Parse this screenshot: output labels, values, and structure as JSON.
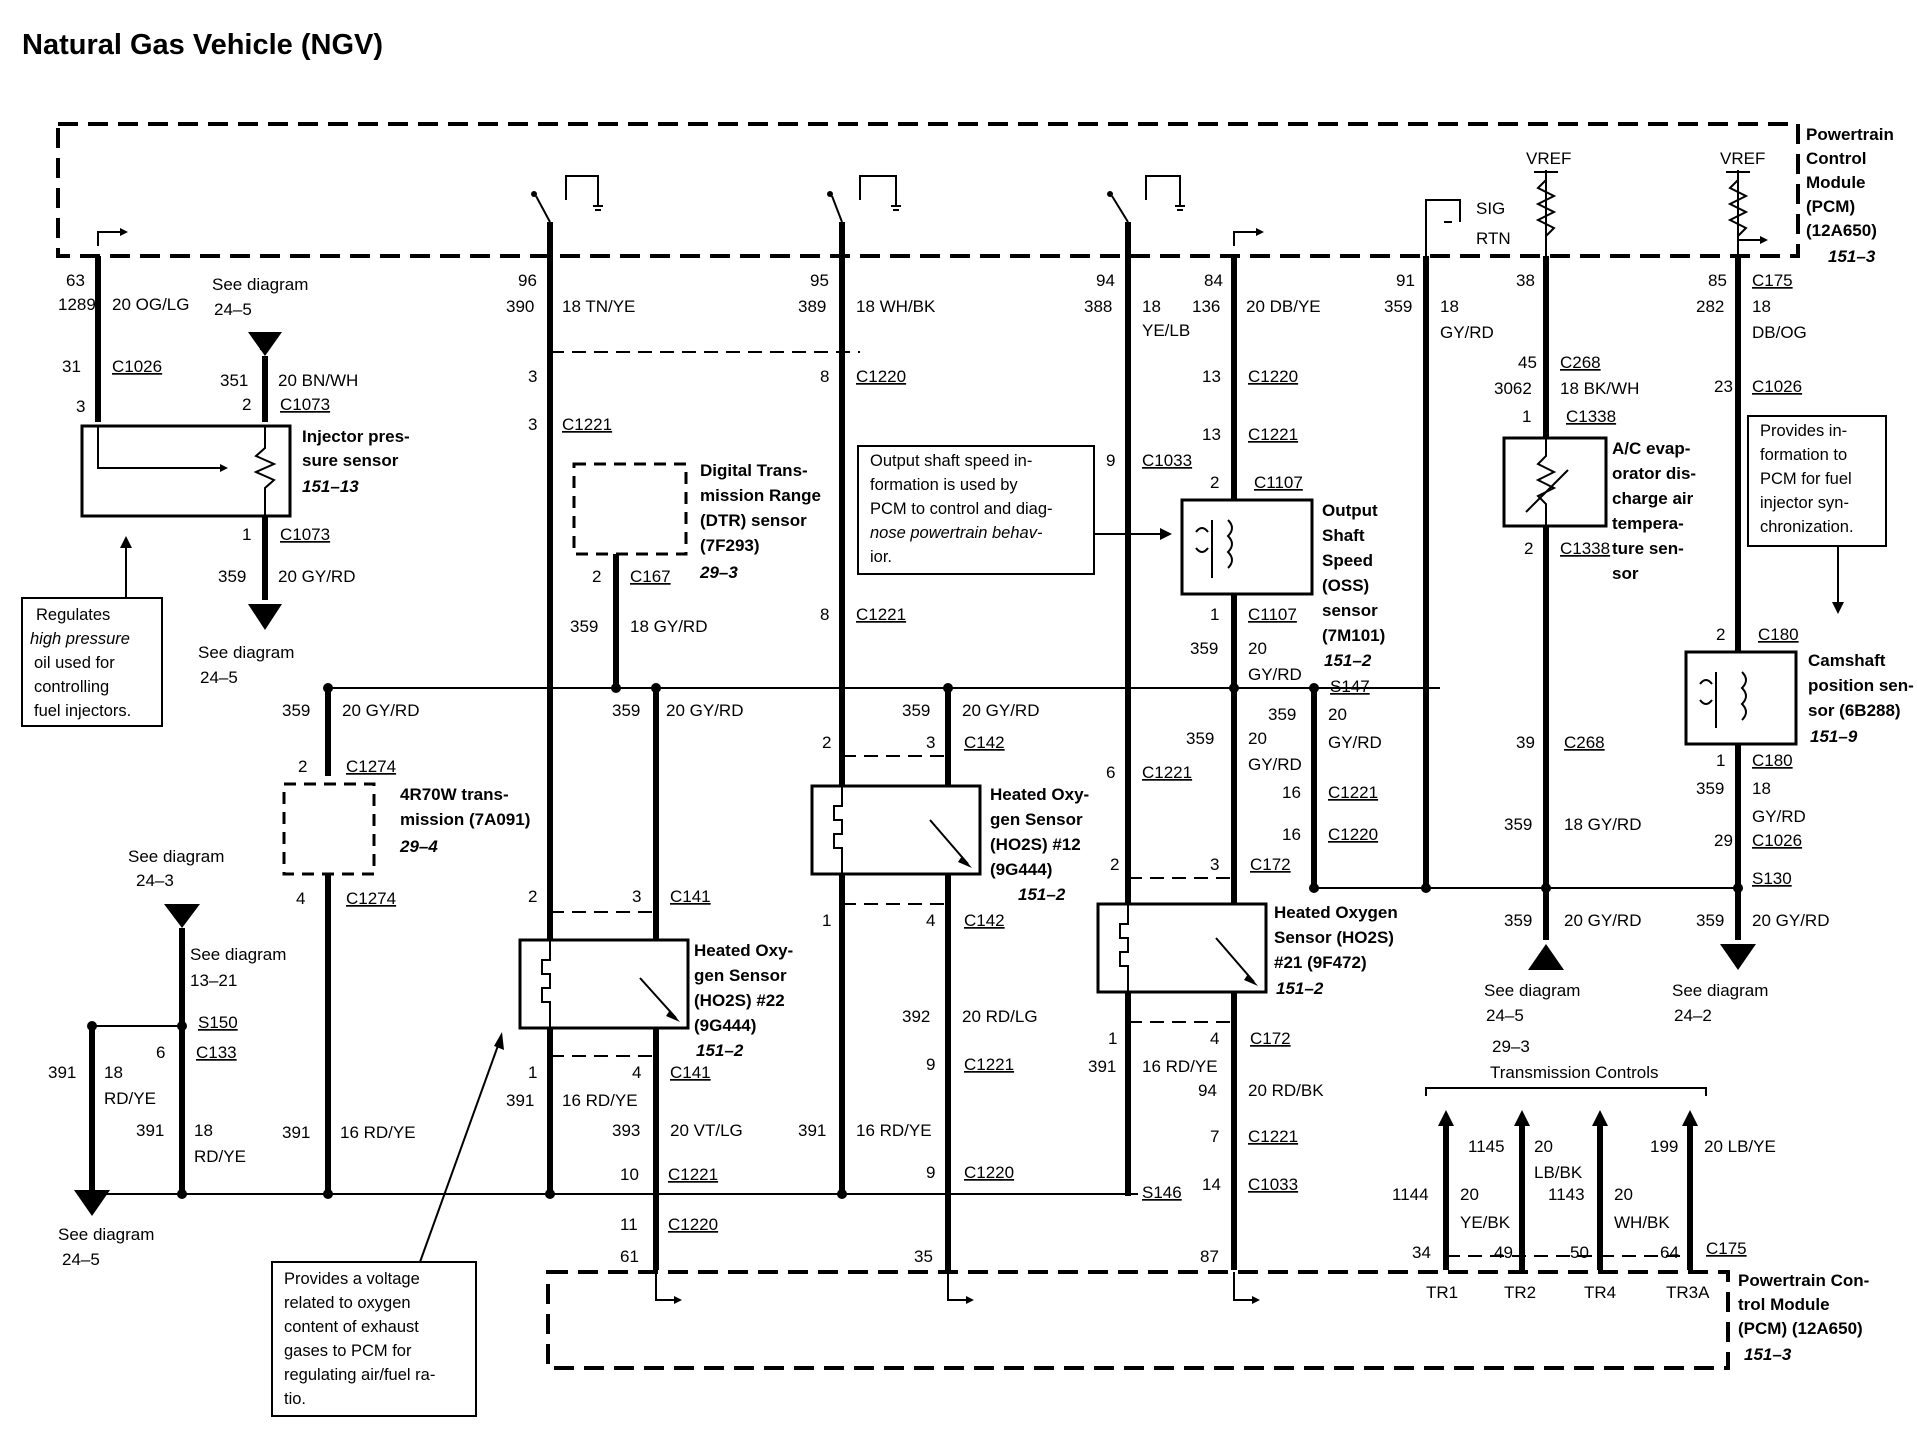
{
  "title": "Natural Gas Vehicle (NGV)",
  "pcm_top": {
    "lines": [
      "Powertrain",
      "Control",
      "Module",
      "(PCM)",
      "(12A650)"
    ],
    "ref": "151–3"
  },
  "pcm_bottom": {
    "lines": [
      "Powertrain Con-",
      "trol Module",
      "(PCM) (12A650)"
    ],
    "ref": "151–3"
  },
  "vref_labels": [
    "VREF",
    "VREF"
  ],
  "sig": "SIG",
  "rtn": "RTN",
  "injector": {
    "pin_top": "63",
    "circuit": "1289",
    "wire": "20 OG/LG",
    "c1026_pin": "31",
    "c1026": "C1026",
    "pin3": "3",
    "in_circuit": "351",
    "in_wire": "20 BN/WH",
    "c1073_pin2": "2",
    "c1073": "C1073",
    "c1073_pin1": "1",
    "c1073b": "C1073",
    "out_circuit": "359",
    "out_wire": "20 GY/RD",
    "lines": [
      "Injector pres-",
      "sure sensor"
    ],
    "ref": "151–13",
    "see_diagram_top": [
      "See diagram",
      "24–5"
    ],
    "see_diagram_bottom": [
      "See diagram",
      "24–5"
    ],
    "conn_L": "L",
    "conn_K": "K"
  },
  "note_regulates": [
    "Regulates",
    "high pressure",
    "oil used for",
    "controlling",
    "fuel injectors."
  ],
  "c96": {
    "pin": "96",
    "circuit": "390",
    "wire": "18 TN/YE",
    "p3": "3",
    "p3b": "3",
    "c1221": "C1221"
  },
  "dtr": {
    "lines": [
      "Digital Trans-",
      "mission Range",
      "(DTR) sensor",
      "(7F293)"
    ],
    "ref": "29–3",
    "pin": "2",
    "conn": "C167",
    "circuit": "359",
    "wire": "18 GY/RD"
  },
  "c95": {
    "pin": "95",
    "circuit": "389",
    "wire": "18 WH/BK",
    "p8": "8",
    "c1220": "C1220",
    "p8b": "8",
    "c1221": "C1221"
  },
  "note_output": [
    "Output shaft speed in-",
    "formation is used by",
    "PCM to control and diag-",
    "nose powertrain behav-",
    "ior."
  ],
  "c94": {
    "pin": "94",
    "circuit": "388",
    "wire_a": "18",
    "wire_b": "YE/LB",
    "p9": "9",
    "c1033": "C1033",
    "p6": "6",
    "c1221": "C1221"
  },
  "oss": {
    "pin": "84",
    "circuit": "136",
    "wire": "20 DB/YE",
    "p13a": "13",
    "c1220": "C1220",
    "p13b": "13",
    "c1221": "C1221",
    "p2": "2",
    "c1107": "C1107",
    "p1": "1",
    "c1107b": "C1107",
    "out_circuit": "359",
    "out_wire_a": "20",
    "out_wire_b": "GY/RD",
    "lines": [
      "Output",
      "Shaft",
      "Speed",
      "(OSS)",
      "sensor",
      "(7M101)"
    ],
    "ref": "151–2"
  },
  "s147": {
    "label": "S147",
    "circuit": "359",
    "wire_a": "20",
    "wire_b": "GY/RD",
    "p16a": "16",
    "c1221": "C1221",
    "p16b": "16",
    "c1220": "C1220"
  },
  "c91": {
    "pin": "91",
    "circuit": "359",
    "wire_a": "18",
    "wire_b": "GY/RD"
  },
  "ac": {
    "pin": "38",
    "p45": "45",
    "c268": "C268",
    "circuit": "3062",
    "wire": "18 BK/WH",
    "p1": "1",
    "c1338": "C1338",
    "p2": "2",
    "c1338b": "C1338",
    "lines": [
      "A/C evap-",
      "orator dis-",
      "charge air",
      "tempera-",
      "ture sen-",
      "sor"
    ],
    "p39": "39",
    "c268b": "C268",
    "circuit2": "359",
    "wire2": "18 GY/RD",
    "circuit3": "359",
    "wire3": "20 GY/RD",
    "see": [
      "See diagram",
      "24–5"
    ],
    "conn": "J"
  },
  "cam": {
    "pin": "85",
    "c175": "C175",
    "circuit": "282",
    "wire_a": "18",
    "wire_b": "DB/OG",
    "p23": "23",
    "c1026": "C1026",
    "p2": "2",
    "c180": "C180",
    "p1": "1",
    "c180b": "C180",
    "circuit2": "359",
    "wire2_a": "18",
    "wire2_b": "GY/RD",
    "p29": "29",
    "c1026b": "C1026",
    "s130": "S130",
    "circuit3": "359",
    "wire3": "20 GY/RD",
    "see": [
      "See diagram",
      "24–2"
    ],
    "conn": "M",
    "lines": [
      "Camshaft",
      "position sen-",
      "sor (6B288)"
    ],
    "ref": "151–9"
  },
  "note_provides_pcm": [
    "Provides in-",
    "formation to",
    "PCM for fuel",
    "injector syn-",
    "chronization."
  ],
  "trans4r70w": {
    "circuit": "359",
    "wire": "20 GY/RD",
    "p2": "2",
    "c1274": "C1274",
    "lines": [
      "4R70W trans-",
      "mission (7A091)"
    ],
    "ref": "29–4",
    "p4": "4",
    "c1274b": "C1274",
    "circuit2": "391",
    "wire2": "16 RD/YE"
  },
  "s150": {
    "see_b": [
      "See diagram",
      "24–3"
    ],
    "conn_b": "B",
    "see_13": [
      "See diagram",
      "13–21"
    ],
    "label": "S150",
    "p6": "6",
    "c133": "C133",
    "h_circuit": "391",
    "h_wire_a": "18",
    "h_wire_b": "RD/YE",
    "v_circuit": "391",
    "v_wire_a": "18",
    "v_wire_b": "RD/YE",
    "see_h": [
      "See diagram",
      "24–5"
    ],
    "conn_h": "H"
  },
  "ho22": {
    "circuit": "359",
    "wire": "20 GY/RD",
    "p2": "2",
    "p3": "3",
    "c141": "C141",
    "lines": [
      "Heated Oxy-",
      "gen Sensor",
      "(HO2S) #22",
      "(9G444)"
    ],
    "ref": "151–2",
    "p1": "1",
    "p4": "4",
    "c141b": "C141",
    "circuit_l": "391",
    "wire_l": "16 RD/YE",
    "circuit_r": "393",
    "wire_r": "20 VT/LG",
    "p10": "10",
    "c1221": "C1221",
    "p11": "11",
    "c1220": "C1220",
    "p61": "61"
  },
  "ho12": {
    "circuit": "359",
    "wire": "20 GY/RD",
    "p2": "2",
    "p3": "3",
    "c142": "C142",
    "lines": [
      "Heated Oxy-",
      "gen Sensor",
      "(HO2S) #12",
      "(9G444)"
    ],
    "ref": "151–2",
    "p1": "1",
    "p4": "4",
    "c142b": "C142",
    "circuit_r": "392",
    "wire_r": "20 RD/LG",
    "p9": "9",
    "c1221": "C1221",
    "circuit_l": "391",
    "wire_l": "16 RD/YE",
    "p9b": "9",
    "c1220": "C1220",
    "p35": "35"
  },
  "ho21": {
    "circuit": "359",
    "wire_a": "20",
    "wire_b": "GY/RD",
    "p2": "2",
    "p3": "3",
    "c172": "C172",
    "lines": [
      "Heated Oxygen",
      "Sensor (HO2S)",
      "#21 (9F472)"
    ],
    "ref": "151–2",
    "p1": "1",
    "p4": "4",
    "c172b": "C172",
    "circuit_l": "391",
    "wire_l": "16 RD/YE",
    "circuit_r": "94",
    "wire_r": "20 RD/BK",
    "p7": "7",
    "c1221": "C1221",
    "p14": "14",
    "c1033": "C1033",
    "p87": "87",
    "s146": "S146"
  },
  "note_oxygen": [
    "Provides a voltage",
    "related to oxygen",
    "content of exhaust",
    "gases to PCM for",
    "regulating air/fuel ra-",
    "tio."
  ],
  "trans_controls": {
    "ref": "29–3",
    "label": "Transmission Controls",
    "wires": [
      {
        "circuit": "1144",
        "wire_a": "20",
        "wire_b": "YE/BK",
        "pin": "34",
        "name": "TR1"
      },
      {
        "circuit": "1145",
        "wire_a": "20",
        "wire_b": "LB/BK",
        "pin": "49",
        "name": "TR2"
      },
      {
        "circuit": "1143",
        "wire_a": "20",
        "wire_b": "WH/BK",
        "pin": "50",
        "name": "TR4"
      },
      {
        "circuit": "199",
        "wire_a": "20 LB/YE",
        "wire_b": "",
        "pin": "64",
        "name": "TR3A"
      }
    ],
    "c175": "C175"
  }
}
